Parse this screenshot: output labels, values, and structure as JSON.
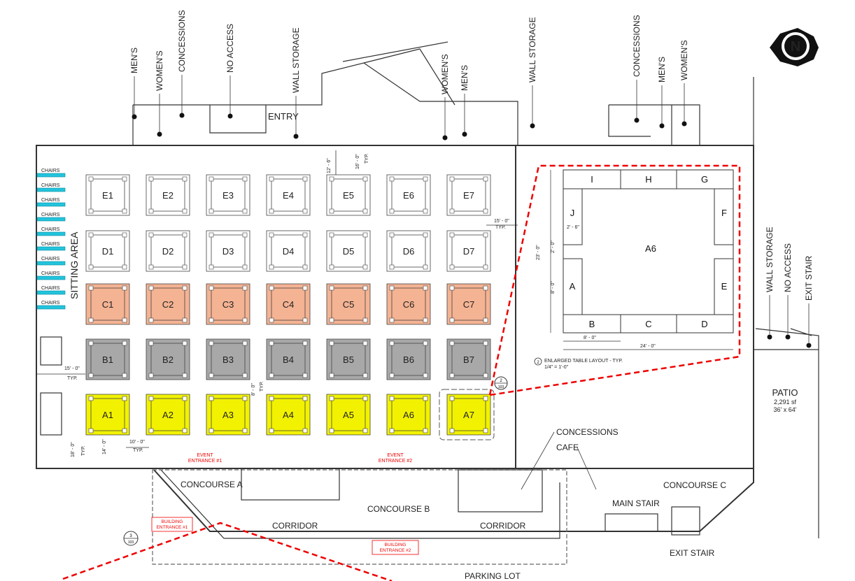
{
  "top_labels": [
    "MEN'S",
    "WOMEN'S",
    "CONCESSIONS",
    "NO ACCESS",
    "WALL STORAGE",
    "WOMEN'S",
    "MEN'S",
    "WALL STORAGE",
    "CONCESSIONS",
    "MEN'S",
    "WOMEN'S"
  ],
  "right_labels": [
    "WALL STORAGE",
    "NO ACCESS",
    "EXIT STAIR"
  ],
  "entry": "ENTRY",
  "sitting_area": "SITTING AREA",
  "chairs": [
    "CHAIRS",
    "CHAIRS",
    "CHAIRS",
    "CHAIRS",
    "CHAIRS",
    "CHAIRS",
    "CHAIRS",
    "CHAIRS",
    "CHAIRS",
    "CHAIRS"
  ],
  "rows": [
    {
      "letter": "E",
      "color": "#ffffff",
      "tables": [
        "E1",
        "E2",
        "E3",
        "E4",
        "E5",
        "E6",
        "E7"
      ]
    },
    {
      "letter": "D",
      "color": "#ffffff",
      "tables": [
        "D1",
        "D2",
        "D3",
        "D4",
        "D5",
        "D6",
        "D7"
      ]
    },
    {
      "letter": "C",
      "color": "#f4b393",
      "tables": [
        "C1",
        "C2",
        "C3",
        "C4",
        "C5",
        "C6",
        "C7"
      ]
    },
    {
      "letter": "B",
      "color": "#a8a8a8",
      "tables": [
        "B1",
        "B2",
        "B3",
        "B4",
        "B5",
        "B6",
        "B7"
      ]
    },
    {
      "letter": "A",
      "color": "#f2f200",
      "tables": [
        "A1",
        "A2",
        "A3",
        "A4",
        "A5",
        "A6",
        "A7"
      ]
    }
  ],
  "dimensions": {
    "d12_6": "12' - 6\"",
    "d16_0": "16' - 0\"",
    "typ": "TYP.",
    "d15_0": "15' - 0\"",
    "d8_0": "8' - 0\"",
    "d10_0": "10' - 0\"",
    "d14_0": "14' - 0\"",
    "d18_0": "18' - 0\""
  },
  "enlarged": {
    "center": "A6",
    "top": [
      "I",
      "H",
      "G"
    ],
    "bottom": [
      "B",
      "C",
      "D"
    ],
    "left": [
      "J",
      "A"
    ],
    "right": [
      "F",
      "E"
    ],
    "dim_2_6": "2' - 6\"",
    "dim_23_0": "23' - 0\"",
    "dim_2_0": "2' - 0\"",
    "dim_8_0v": "8' - 0\"",
    "dim_8_0": "8' - 0\"",
    "dim_24_0": "24' - 0\"",
    "caption_num": "2",
    "caption": "ENLARGED TABLE LAYOUT - TYP.",
    "scale": "1/4\" = 1'-0\""
  },
  "callout_top": "2",
  "callout_bottom": "103",
  "callout3_top": "3",
  "callout3_bottom": "103",
  "patio": {
    "name": "PATIO",
    "area": "2,291 sf",
    "size": "36' x 64'"
  },
  "event_entrances": [
    "EVENT",
    "ENTRANCE #1",
    "EVENT",
    "ENTRANCE #2"
  ],
  "building_entrances": [
    "BUILDING",
    "ENTRANCE #1",
    "BUILDING",
    "ENTRANCE #2"
  ],
  "concourses": [
    "CONCOURSE A",
    "CONCOURSE B",
    "CONCOURSE C"
  ],
  "corridors": [
    "CORRIDOR",
    "CORRIDOR"
  ],
  "concessions_bottom": "CONCESSIONS",
  "cafe": "CAFE",
  "main_stair": "MAIN STAIR",
  "exit_stair_bottom": "EXIT STAIR",
  "parking_lot": "PARKING LOT",
  "north_letter": "N"
}
